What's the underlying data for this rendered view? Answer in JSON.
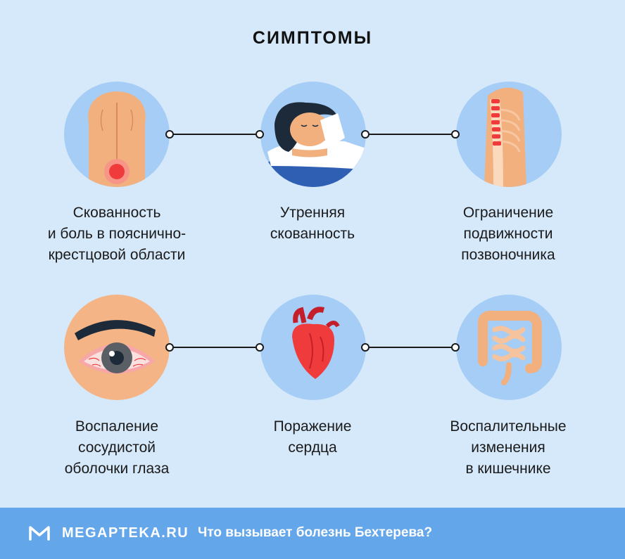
{
  "title": "СИМПТОМЫ",
  "symptoms": [
    {
      "icon": "lower-back-pain-icon",
      "lines": [
        "Скованность",
        "и боль в пояснично-",
        "крестцовой области"
      ]
    },
    {
      "icon": "sleeping-person-icon",
      "lines": [
        "Утренняя",
        "скованность"
      ]
    },
    {
      "icon": "spine-icon",
      "lines": [
        "Ограничение",
        "подвижности",
        "позвоночника"
      ]
    },
    {
      "icon": "inflamed-eye-icon",
      "lines": [
        "Воспаление",
        "сосудистой",
        "оболочки глаза"
      ]
    },
    {
      "icon": "heart-icon",
      "lines": [
        "Поражение",
        "сердца"
      ]
    },
    {
      "icon": "intestines-icon",
      "lines": [
        "Воспалительные",
        "изменения",
        "в кишечнике"
      ]
    }
  ],
  "footer": {
    "brand": "MEGAPTEKA.RU",
    "subtitle": "Что вызывает болезнь Бехтерева?"
  },
  "colors": {
    "background": "#d6e9fb",
    "circle": "#a5cdf5",
    "footer": "#64a6ea",
    "skin": "#f2b07f",
    "inflammation": "#ef3b3b"
  }
}
